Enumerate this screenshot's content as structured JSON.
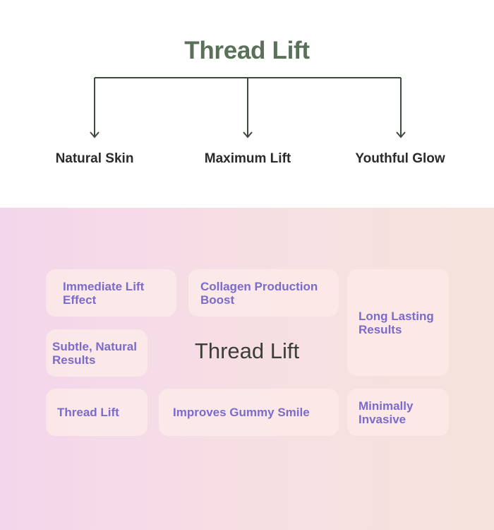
{
  "header": {
    "title": "Thread Lift",
    "branches": [
      "Natural Skin",
      "Maximum Lift",
      "Youthful Glow"
    ]
  },
  "cloud": {
    "title": "Thread Lift",
    "tiles": [
      "Immediate Lift Effect",
      "Collagen Production Boost",
      "Long Lasting Results",
      "Subtle, Natural Results",
      "Thread Lift",
      "Improves Gummy Smile",
      "Minimally Invasive"
    ]
  },
  "colors": {
    "title_green": "#5a7058",
    "tile_text": "#7b6bcb",
    "connector": "#3d4a3d"
  }
}
